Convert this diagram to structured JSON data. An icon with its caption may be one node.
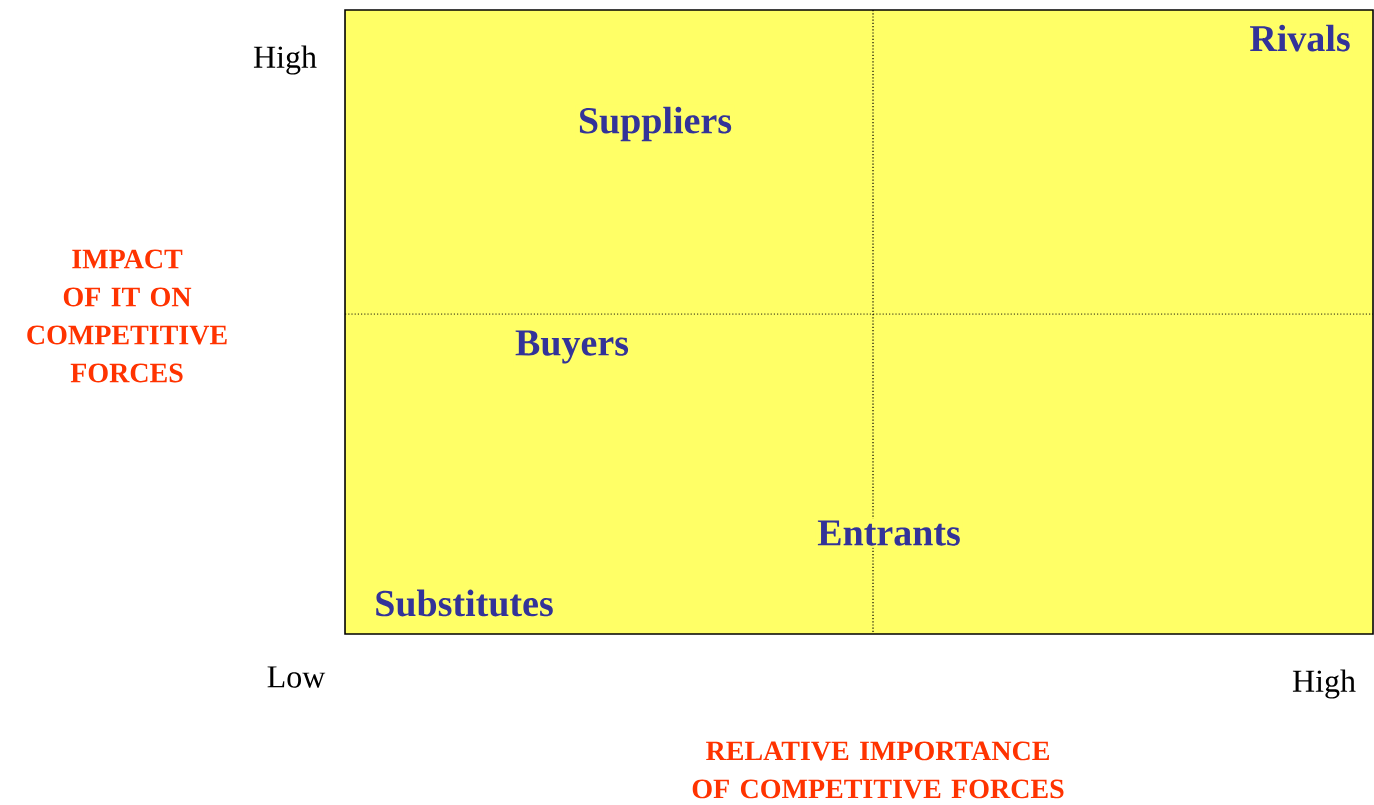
{
  "diagram": {
    "labels": [
      "High",
      "Rivals",
      "Suppliers",
      "IMPACT OF IT ON COMPETITIVE FORCES",
      "Buyers",
      "Entrants",
      "Substitutes",
      "Low",
      "High",
      "RELATIVE IMPORTANCE OF COMPETITIVE FORCES"
    ]
  }
}
